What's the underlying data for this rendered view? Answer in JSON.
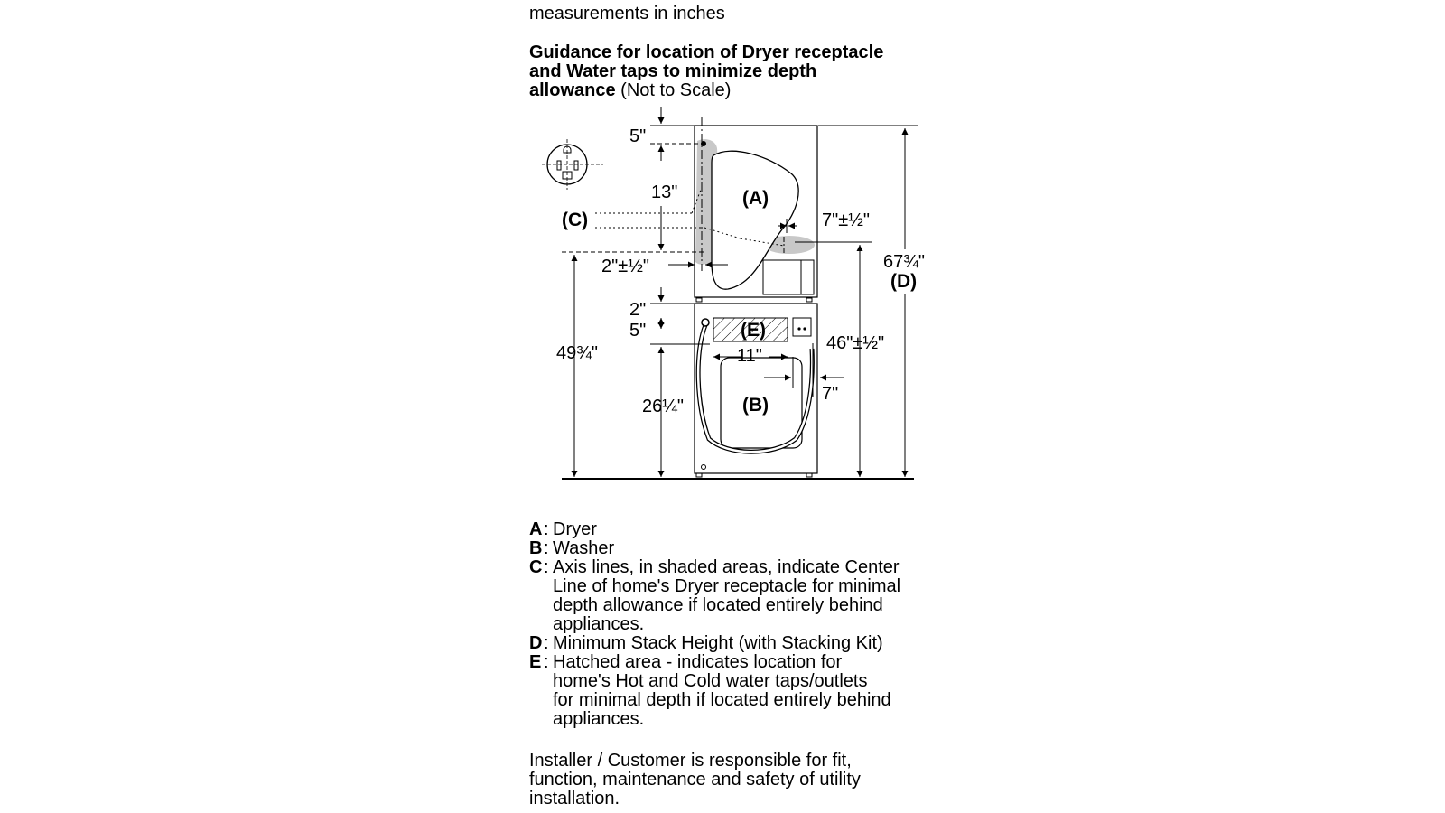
{
  "header": {
    "units_note": "measurements in inches",
    "title_bold_1": "Guidance for location of Dryer receptacle",
    "title_bold_2": "and Water taps to minimize depth",
    "title_bold_3": "allowance",
    "title_suffix": " (Not to Scale)"
  },
  "diagram": {
    "labels": {
      "dryer": "(A)",
      "washer": "(B)",
      "axis": "(C)",
      "min_height": "(D)",
      "hatched": "(E)"
    },
    "dimensions": {
      "top_offset": "5\"",
      "receptacle_height": "13\"",
      "receptacle_side": "7\"±½\"",
      "receptacle_lateral": "2\"±½\"",
      "stack_height": "67¾\"",
      "dryer_base_height": "49¾\"",
      "gap": "2\"",
      "taps_band": "5\"",
      "taps_width": "11\"",
      "taps_height": "46\"±½\"",
      "taps_side": "7\"",
      "washer_height": "26¼\""
    },
    "colors": {
      "shade": "#c8c8c8",
      "line": "#000000"
    }
  },
  "legend": [
    {
      "key": "A",
      "text": "Dryer"
    },
    {
      "key": "B",
      "text": "Washer"
    },
    {
      "key": "C",
      "text": "Axis lines, in shaded areas, indicate Center\nLine of home's Dryer receptacle for minimal\ndepth allowance if located entirely behind\nappliances."
    },
    {
      "key": "D",
      "text": "Minimum Stack Height (with Stacking Kit)"
    },
    {
      "key": "E",
      "text": "Hatched area - indicates location for\nhome's Hot and Cold water taps/outlets\nfor minimal depth if located entirely behind\nappliances."
    }
  ],
  "disclaimer": "Installer / Customer is responsible for fit,\nfunction, maintenance and safety of utility\ninstallation."
}
